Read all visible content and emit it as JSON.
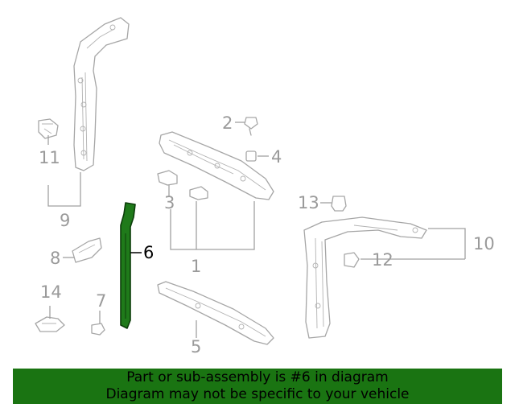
{
  "callouts": {
    "n1": "1",
    "n2": "2",
    "n3": "3",
    "n4": "4",
    "n5": "5",
    "n6": "6",
    "n7": "7",
    "n8": "8",
    "n9": "9",
    "n10": "10",
    "n11": "11",
    "n12": "12",
    "n13": "13",
    "n14": "14"
  },
  "highlighted_part": "6",
  "colors": {
    "highlight_fill": "#1f7a1a",
    "banner_background": "#1a7412",
    "part_outline": "#a6a6a6"
  },
  "banner": {
    "line1": "Part or sub-assembly is #6 in diagram",
    "line2": "Diagram may not be specific to your vehicle"
  }
}
